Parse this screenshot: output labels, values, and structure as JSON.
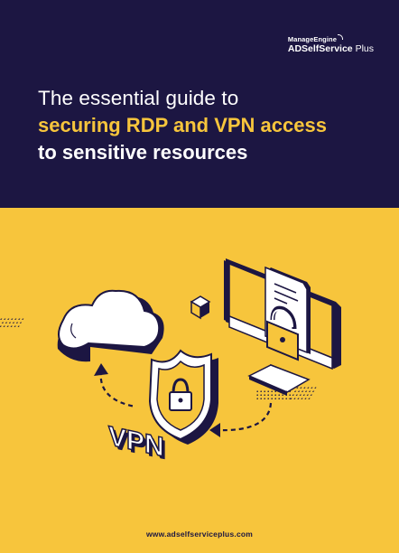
{
  "brand": {
    "company": "ManageEngine",
    "product_bold": "ADSelfService",
    "product_rest": " Plus"
  },
  "title": {
    "line1": "The essential guide to",
    "line2": "securing RDP and VPN access",
    "line3": "to sensitive resources"
  },
  "illustration": {
    "vpn_label": "VPN",
    "icons": [
      "cloud-icon",
      "cube-icon",
      "monitor-icon",
      "document-icon",
      "padlock-icon",
      "shield-icon"
    ]
  },
  "footer": {
    "url": "www.adselfserviceplus.com"
  },
  "colors": {
    "navy": "#1c1642",
    "yellow": "#f7c53c",
    "white": "#ffffff"
  }
}
